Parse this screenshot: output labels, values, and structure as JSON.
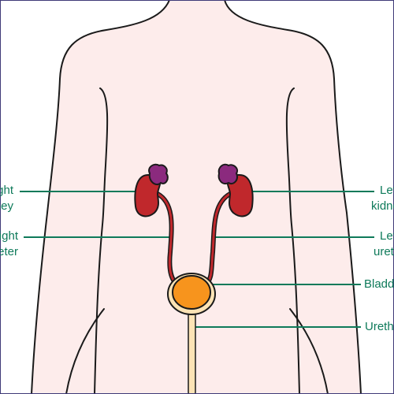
{
  "colors": {
    "skin": "#fdeceb",
    "outline": "#1a1a1a",
    "kidney": "#c0282c",
    "adrenal": "#8b2a7e",
    "bladder": "#f7941d",
    "bladder_rim": "#fce3b5",
    "urethra": "#fce3b5",
    "leader_line": "#0e7a5a",
    "label_text": "#0e7a5a",
    "frame": "#3f3a78"
  },
  "labels": {
    "right_kidney": {
      "line1": "Right",
      "line2": "kidney"
    },
    "right_ureter": {
      "line1": "Right",
      "line2": "ureter"
    },
    "left_kidney": {
      "line1": "Left",
      "line2": "kidney"
    },
    "left_ureter": {
      "line1": "Left",
      "line2": "ureter"
    },
    "bladder": {
      "line1": "Bladder"
    },
    "urethra": {
      "line1": "Urethra"
    }
  }
}
